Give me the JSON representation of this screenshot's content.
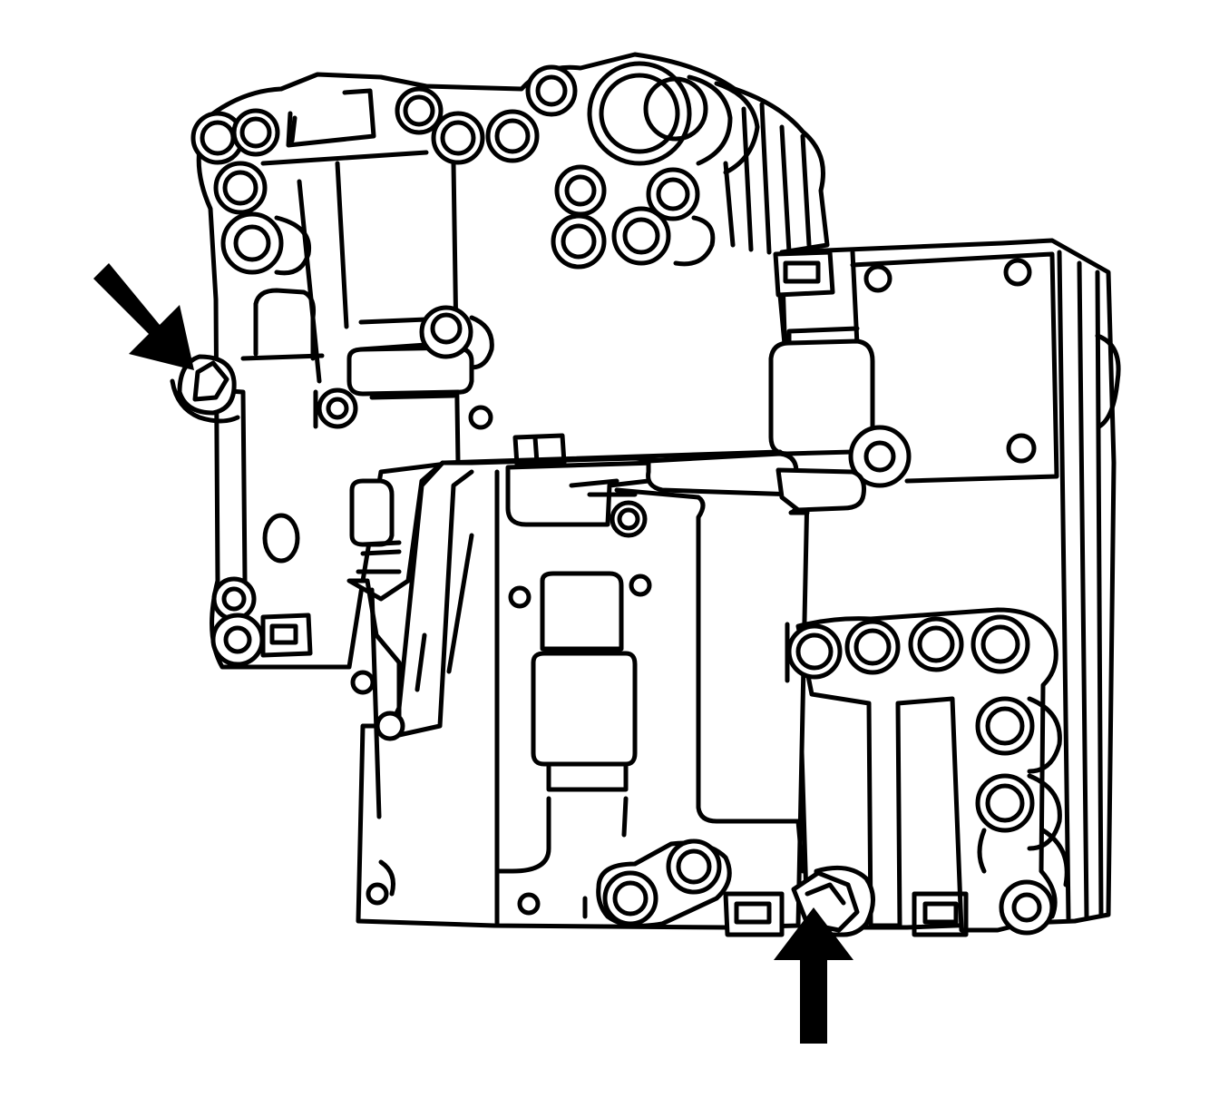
{
  "diagram": {
    "subject": "valve-body-illustration",
    "colors": {
      "line": "#000000",
      "background": "#ffffff"
    },
    "callouts": [
      {
        "id": "arrow-upper-left",
        "icon": "arrow-down-right-icon",
        "points_to": "bolt-upper-left"
      },
      {
        "id": "arrow-bottom",
        "icon": "arrow-up-icon",
        "points_to": "bolt-bottom"
      }
    ]
  }
}
